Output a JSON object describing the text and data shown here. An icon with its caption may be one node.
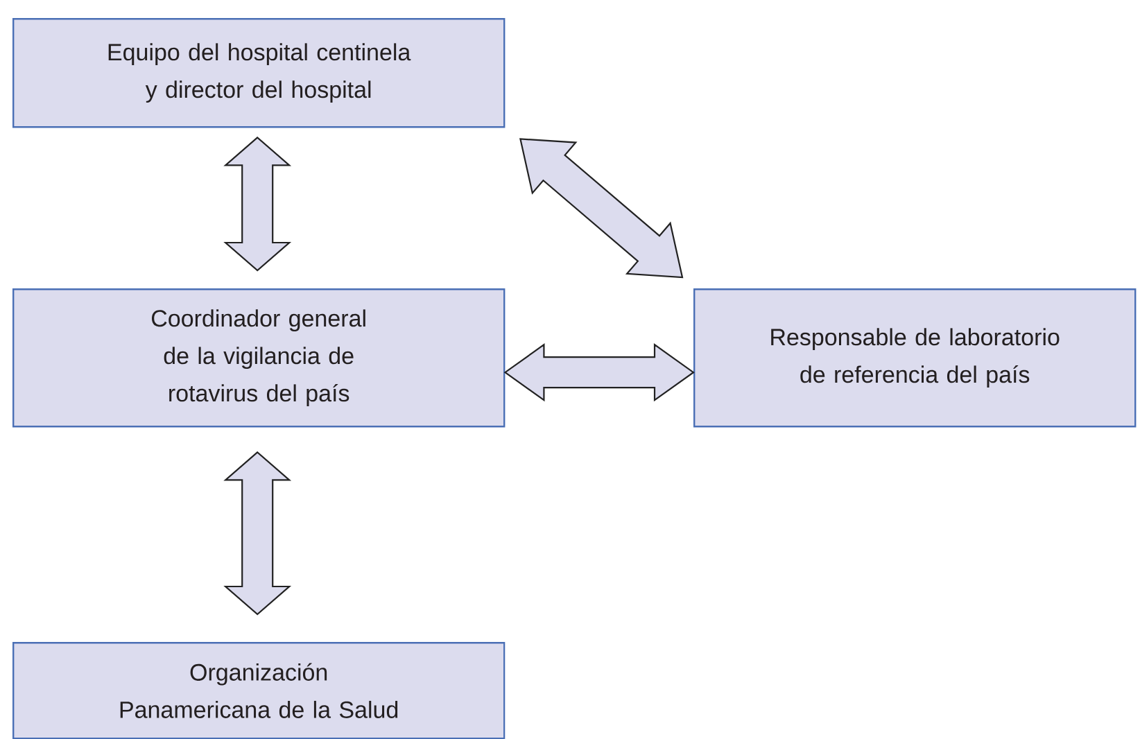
{
  "diagram": {
    "nodes": [
      {
        "text": [
          "Equipo del hospital centinela y director del hospital"
        ]
      },
      {
        "text": [
          "Coordinador general de la vigilancia de rotavirus del país"
        ]
      },
      {
        "text": [
          "Responsable de laboratorio de referencia del país"
        ]
      },
      {
        "text": [
          "Organización Panamericana de la Salud"
        ]
      }
    ],
    "edges": [
      {
        "from": 0,
        "to": 1,
        "arrow": "both"
      },
      {
        "from": 0,
        "to": 2,
        "arrow": "both"
      },
      {
        "from": 1,
        "to": 2,
        "arrow": "both"
      },
      {
        "from": 1,
        "to": 3,
        "arrow": "both"
      }
    ]
  }
}
